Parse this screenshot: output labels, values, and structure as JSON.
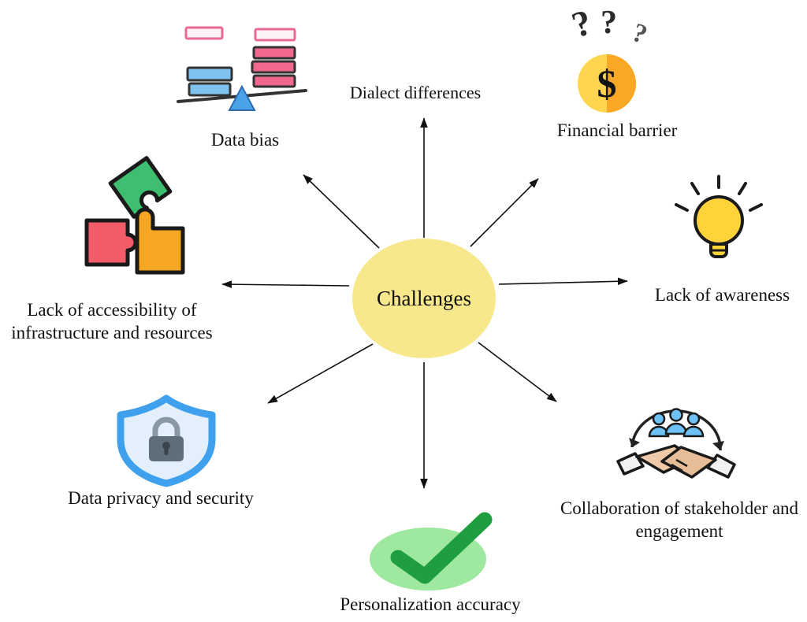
{
  "center": {
    "label": "Challenges"
  },
  "nodes": [
    {
      "id": "dialect-differences",
      "label": "Dialect differences",
      "icon": "none",
      "direction": "up"
    },
    {
      "id": "data-bias",
      "label": "Data bias",
      "icon": "balance-scale-icon",
      "direction": "up-left"
    },
    {
      "id": "financial-barrier",
      "label": "Financial barrier",
      "icon": "dollar-coin-question-icon",
      "direction": "up-right"
    },
    {
      "id": "lack-of-awareness",
      "label": "Lack of awareness",
      "icon": "lightbulb-icon",
      "direction": "right"
    },
    {
      "id": "lack-of-accessibility",
      "label": "Lack of accessibility of infrastructure and resources",
      "icon": "puzzle-pieces-icon",
      "direction": "left"
    },
    {
      "id": "data-privacy-and-security",
      "label": "Data privacy and security",
      "icon": "shield-lock-icon",
      "direction": "down-left"
    },
    {
      "id": "personalization-accuracy",
      "label": "Personalization accuracy",
      "icon": "checkmark-icon",
      "direction": "down"
    },
    {
      "id": "collaboration",
      "label": "Collaboration of stakeholder and engagement",
      "icon": "handshake-people-icon",
      "direction": "down-right"
    }
  ],
  "colors": {
    "center-bg": "#F8E88C",
    "check-green": "#1E9E3E",
    "check-ellipse": "#9FE89F",
    "shield-blue": "#3FA0EE",
    "bulb-yellow": "#FFD43B",
    "coin-light": "#FFD54F",
    "coin-dark": "#F9A825",
    "puzzle-green": "#3DBE70",
    "puzzle-red": "#F25C69",
    "puzzle-orange": "#F6A623",
    "bias-pink": "#F2678D",
    "bias-blue": "#7EC3F0"
  }
}
